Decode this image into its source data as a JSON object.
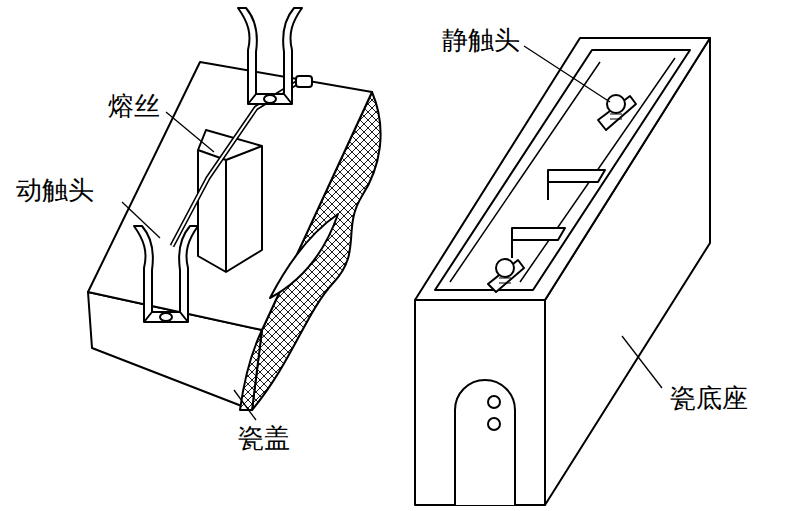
{
  "diagram": {
    "labels": [
      "静触头",
      "熔丝",
      "动触头",
      "瓷底座",
      "瓷盖"
    ]
  }
}
